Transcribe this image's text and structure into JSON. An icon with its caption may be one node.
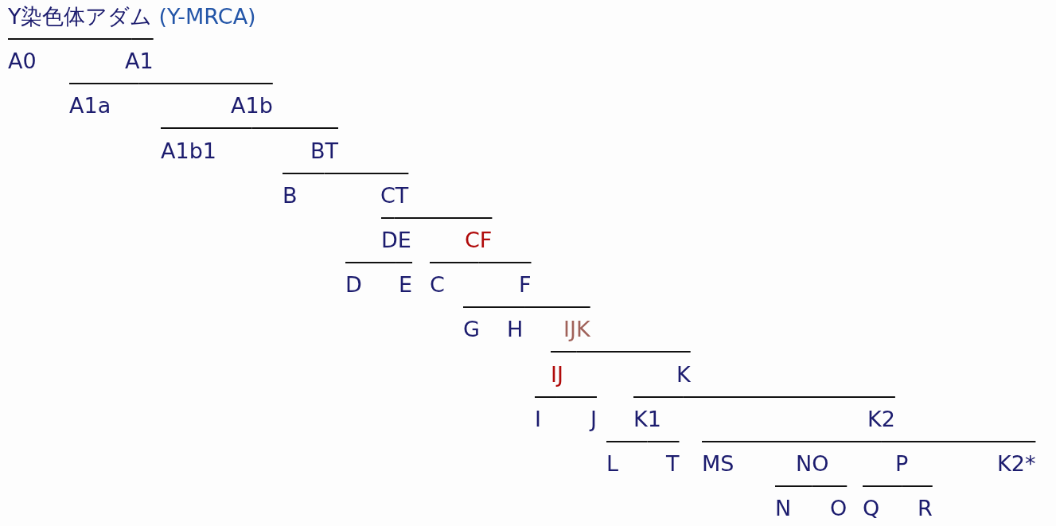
{
  "diagram": {
    "nodes": [
      {
        "text": [
          "Y染色体アダム",
          "(Y-MRCA)"
        ]
      },
      {
        "text": [
          "A0"
        ]
      },
      {
        "text": [
          "A1"
        ]
      },
      {
        "text": [
          "A1a"
        ]
      },
      {
        "text": [
          "A1b"
        ]
      },
      {
        "text": [
          "A1b1"
        ]
      },
      {
        "text": [
          "BT"
        ]
      },
      {
        "text": [
          "B"
        ]
      },
      {
        "text": [
          "CT"
        ]
      },
      {
        "text": [
          "DE"
        ]
      },
      {
        "text": [
          "CF"
        ]
      },
      {
        "text": [
          "D"
        ]
      },
      {
        "text": [
          "E"
        ]
      },
      {
        "text": [
          "C"
        ]
      },
      {
        "text": [
          "F"
        ]
      },
      {
        "text": [
          "G"
        ]
      },
      {
        "text": [
          "H"
        ]
      },
      {
        "text": [
          "IJK"
        ]
      },
      {
        "text": [
          "IJ"
        ]
      },
      {
        "text": [
          "K"
        ]
      },
      {
        "text": [
          "I"
        ]
      },
      {
        "text": [
          "J"
        ]
      },
      {
        "text": [
          "K1"
        ]
      },
      {
        "text": [
          "K2"
        ]
      },
      {
        "text": [
          "L"
        ]
      },
      {
        "text": [
          "T"
        ]
      },
      {
        "text": [
          "MS"
        ]
      },
      {
        "text": [
          "NO"
        ]
      },
      {
        "text": [
          "P"
        ]
      },
      {
        "text": [
          "K2*"
        ]
      },
      {
        "text": [
          "N"
        ]
      },
      {
        "text": [
          "O"
        ]
      },
      {
        "text": [
          "Q"
        ]
      },
      {
        "text": [
          "R"
        ]
      }
    ],
    "edges": [
      {
        "from": 0,
        "to": 1,
        "arrow": "none"
      },
      {
        "from": 0,
        "to": 2,
        "arrow": "none"
      },
      {
        "from": 2,
        "to": 3,
        "arrow": "none"
      },
      {
        "from": 2,
        "to": 4,
        "arrow": "none"
      },
      {
        "from": 4,
        "to": 5,
        "arrow": "none"
      },
      {
        "from": 4,
        "to": 6,
        "arrow": "none"
      },
      {
        "from": 6,
        "to": 7,
        "arrow": "none"
      },
      {
        "from": 6,
        "to": 8,
        "arrow": "none"
      },
      {
        "from": 8,
        "to": 9,
        "arrow": "none"
      },
      {
        "from": 8,
        "to": 10,
        "arrow": "none"
      },
      {
        "from": 9,
        "to": 11,
        "arrow": "none"
      },
      {
        "from": 9,
        "to": 12,
        "arrow": "none"
      },
      {
        "from": 10,
        "to": 13,
        "arrow": "none"
      },
      {
        "from": 10,
        "to": 14,
        "arrow": "none"
      },
      {
        "from": 14,
        "to": 15,
        "arrow": "none"
      },
      {
        "from": 14,
        "to": 16,
        "arrow": "none"
      },
      {
        "from": 14,
        "to": 17,
        "arrow": "none"
      },
      {
        "from": 17,
        "to": 18,
        "arrow": "none"
      },
      {
        "from": 17,
        "to": 19,
        "arrow": "none"
      },
      {
        "from": 18,
        "to": 20,
        "arrow": "none"
      },
      {
        "from": 18,
        "to": 21,
        "arrow": "none"
      },
      {
        "from": 19,
        "to": 22,
        "arrow": "none"
      },
      {
        "from": 19,
        "to": 23,
        "arrow": "none"
      },
      {
        "from": 22,
        "to": 24,
        "arrow": "none"
      },
      {
        "from": 22,
        "to": 25,
        "arrow": "none"
      },
      {
        "from": 23,
        "to": 26,
        "arrow": "none"
      },
      {
        "from": 23,
        "to": 27,
        "arrow": "none"
      },
      {
        "from": 23,
        "to": 28,
        "arrow": "none"
      },
      {
        "from": 23,
        "to": 29,
        "arrow": "none"
      },
      {
        "from": 27,
        "to": 30,
        "arrow": "none"
      },
      {
        "from": 27,
        "to": 31,
        "arrow": "none"
      },
      {
        "from": 28,
        "to": 32,
        "arrow": "none"
      },
      {
        "from": 28,
        "to": 33,
        "arrow": "none"
      }
    ]
  }
}
